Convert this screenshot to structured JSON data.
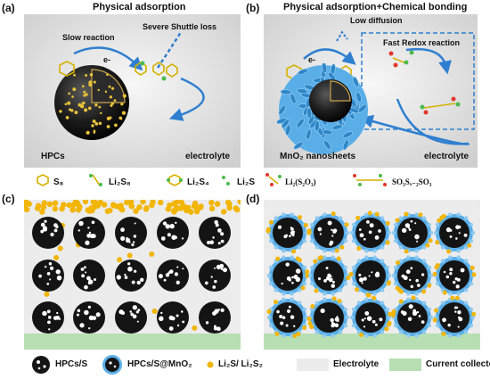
{
  "panels": {
    "a": {
      "tag": "(a)",
      "title": "Physical adsorption",
      "slow_reaction": "Slow reaction",
      "shuttle": "Severe Shuttle loss",
      "electron": "e-",
      "hpcs": "HPCs",
      "electrolyte": "electrolyte"
    },
    "b": {
      "tag": "(b)",
      "title": "Physical adsorption+Chemical bonding",
      "low_diffusion": "Low diffusion",
      "fast_redox": "Fast Redox reaction",
      "electron": "e-",
      "mno2": "MnO₂ nanosheets",
      "electrolyte": "electrolyte"
    },
    "c": {
      "tag": "(c)"
    },
    "d": {
      "tag": "(d)"
    }
  },
  "species_legend": {
    "s8": "S₈",
    "li2s8": "Li₂S₈",
    "li2s4": "Li₂S₄",
    "li2s": "Li₂S",
    "thiosulfate": "Li₂(S₂O₃)",
    "polythionate": "SO₃Sₓ₋₂SO₃"
  },
  "bottom_legend": {
    "hpcs_s": "HPCs/S",
    "hpcs_s_mno2": "HPCs/S@MnO₂",
    "li2s_li2s2": "Li₂S/ Li₂S₂",
    "electrolyte": "Electrolyte",
    "current_collector": "Current collector"
  },
  "colors": {
    "carbon": "#1a1a1a",
    "sulfur": "#f2b500",
    "mno2": "#3a9ad9",
    "electrolyte_bg": "#ebebeb",
    "collector": "#b7dfb3",
    "arrow": "#2f7fd0"
  }
}
